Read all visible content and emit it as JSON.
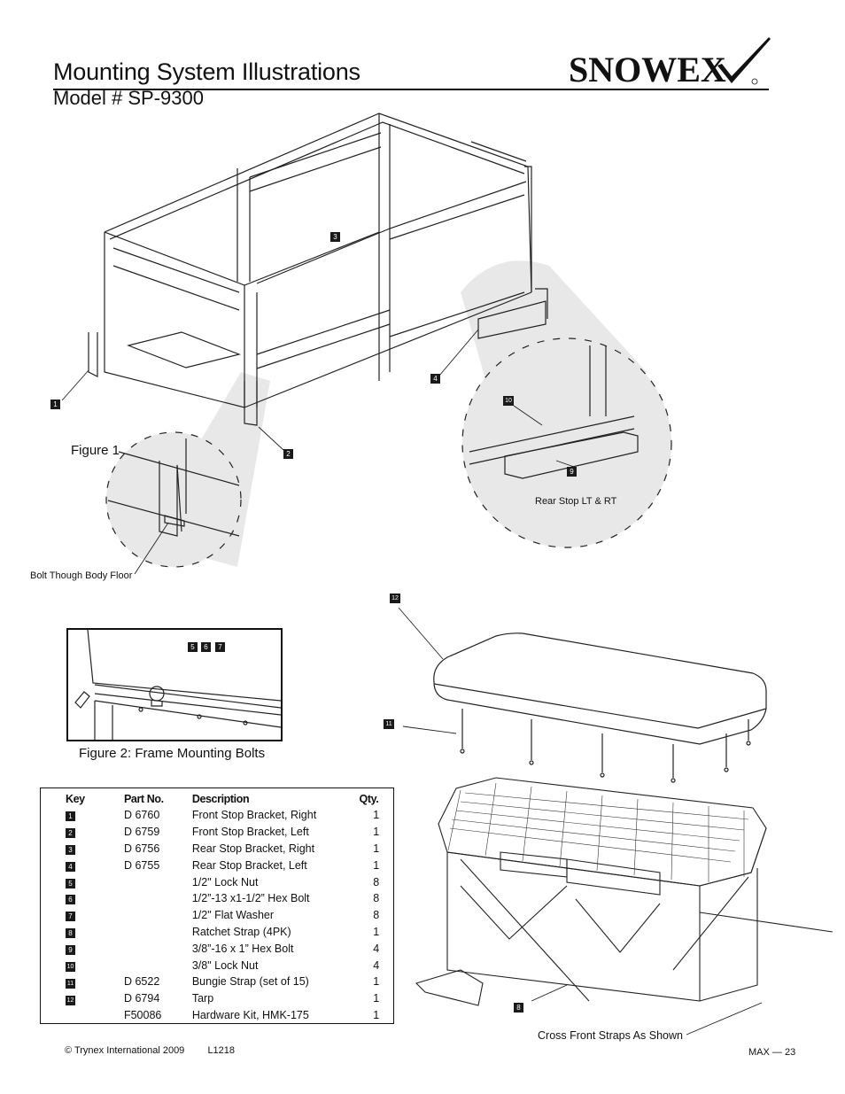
{
  "header": {
    "title": "Mounting System Illustrations",
    "subtitle": "Model # SP-9300",
    "logo_text": "SNOWEX"
  },
  "callouts": {
    "figure1": "Figure 1",
    "bolt_note": "Bolt Though Body Floor",
    "rear_stop": "Rear Stop LT & RT",
    "figure2": "Figure 2: Frame Mounting Bolts",
    "cross_straps": "Cross Front Straps As Shown"
  },
  "keys": {
    "k1": "1",
    "k2": "2",
    "k3": "3",
    "k4": "4",
    "k5": "5",
    "k6": "6",
    "k7": "7",
    "k8": "8",
    "k9": "9",
    "k10": "10",
    "k11": "11",
    "k12": "12"
  },
  "parts_table": {
    "headers": {
      "key": "Key",
      "part": "Part No.",
      "desc": "Description",
      "qty": "Qty."
    },
    "rows": [
      {
        "key": "1",
        "part": "D 6760",
        "desc": "Front Stop Bracket, Right",
        "qty": "1"
      },
      {
        "key": "2",
        "part": "D 6759",
        "desc": "Front Stop Bracket, Left",
        "qty": "1"
      },
      {
        "key": "3",
        "part": "D 6756",
        "desc": "Rear Stop Bracket, Right",
        "qty": "1"
      },
      {
        "key": "4",
        "part": "D 6755",
        "desc": "Rear Stop Bracket, Left",
        "qty": "1"
      },
      {
        "key": "5",
        "part": "",
        "desc": "1/2\" Lock Nut",
        "qty": "8"
      },
      {
        "key": "6",
        "part": "",
        "desc": "1/2”-13 x1-1/2” Hex Bolt",
        "qty": "8"
      },
      {
        "key": "7",
        "part": "",
        "desc": "1/2\" Flat Washer",
        "qty": "8"
      },
      {
        "key": "8",
        "part": "",
        "desc": "Ratchet Strap (4PK)",
        "qty": "1"
      },
      {
        "key": "9",
        "part": "",
        "desc": "3/8”-16 x 1” Hex Bolt",
        "qty": "4"
      },
      {
        "key": "10",
        "part": "",
        "desc": "3/8\" Lock Nut",
        "qty": "4"
      },
      {
        "key": "11",
        "part": "D 6522",
        "desc": "Bungie Strap (set of 15)",
        "qty": "1"
      },
      {
        "key": "12",
        "part": "D 6794",
        "desc": "Tarp",
        "qty": "1"
      },
      {
        "key": "",
        "part": "F50086",
        "desc": "Hardware Kit, HMK-175",
        "qty": "1"
      }
    ]
  },
  "footer": {
    "copyright": "© Trynex International 2009",
    "code": "L1218",
    "page": "MAX — 23"
  }
}
